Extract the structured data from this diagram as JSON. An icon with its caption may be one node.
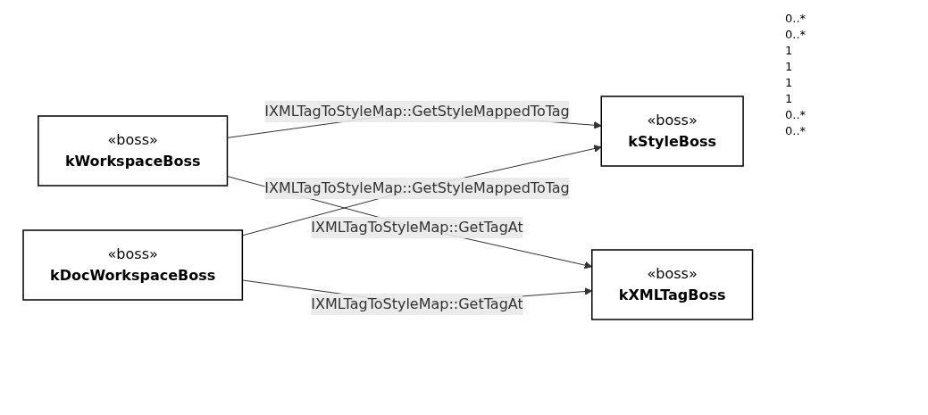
{
  "diagram": {
    "nodes": [
      {
        "text": [
          "«boss»",
          "kStyleBoss"
        ]
      },
      {
        "text": [
          "«boss»",
          "kWorkspaceBoss"
        ]
      },
      {
        "text": [
          "«boss»",
          "kDocWorkspaceBoss"
        ]
      },
      {
        "text": [
          "«boss»",
          "kXMLTagBoss"
        ]
      }
    ],
    "edges": [
      {
        "from": 1,
        "to": 0,
        "arrow": "to",
        "label": "IXMLTagToStyleMap::GetStyleMappedToTag"
      },
      {
        "from": 2,
        "to": 0,
        "arrow": "to",
        "label": "IXMLTagToStyleMap::GetStyleMappedToTag"
      },
      {
        "from": 1,
        "to": 3,
        "arrow": "to",
        "label": "IXMLTagToStyleMap::GetTagAt"
      },
      {
        "from": 2,
        "to": 3,
        "arrow": "to",
        "label": "IXMLTagToStyleMap::GetTagAt"
      }
    ],
    "labels": [
      "0..*",
      "0..*",
      "1",
      "1",
      "1",
      "1",
      "0..*",
      "0..*"
    ]
  }
}
